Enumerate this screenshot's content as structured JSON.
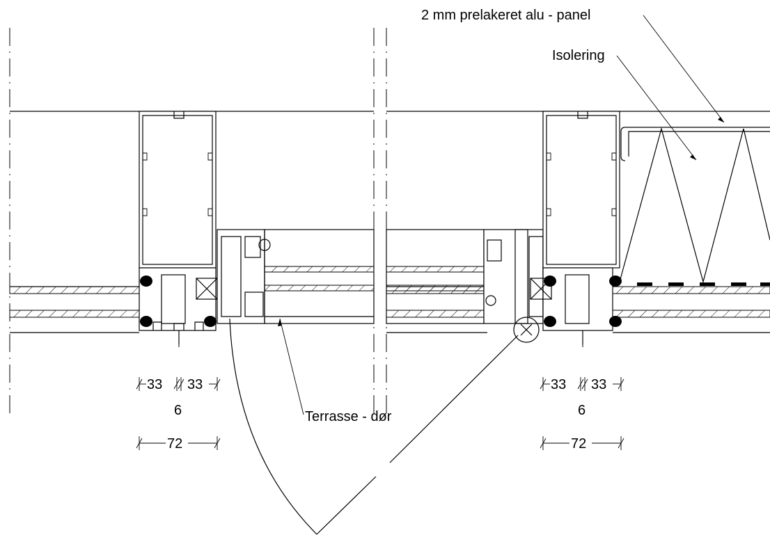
{
  "labels": {
    "panel": "2 mm prelakeret alu - panel",
    "insulation": "Isolering",
    "door": "Terrasse - dør"
  },
  "left_dims": {
    "a": "33",
    "b": "33",
    "gap": "6",
    "total": "72"
  },
  "right_dims": {
    "a": "33",
    "b": "33",
    "gap": "6",
    "total": "72"
  }
}
